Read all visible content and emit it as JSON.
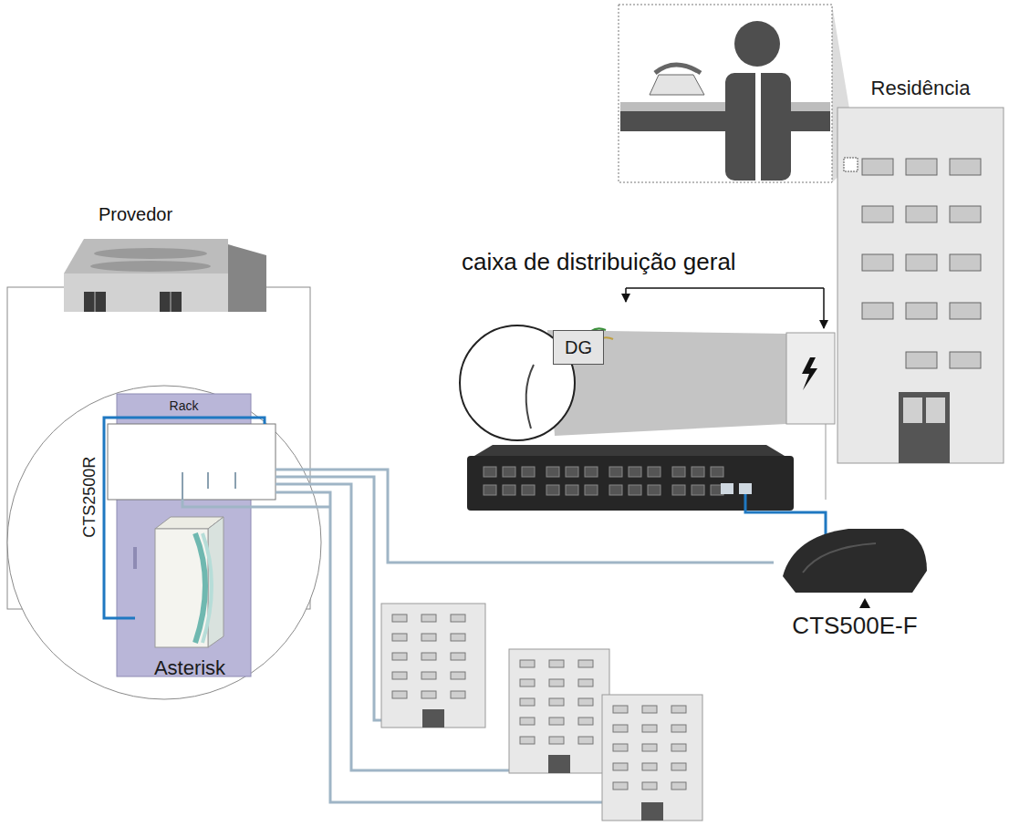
{
  "diagram": {
    "nodes": [
      {
        "text": [
          "Residência"
        ]
      },
      {
        "text": [
          "DG"
        ]
      },
      {
        "text": [
          "Rack"
        ]
      },
      {
        "text": [
          "CTS2500R"
        ],
        "in": 2
      },
      {
        "text": [
          "Asterisk"
        ],
        "in": 2
      },
      {
        "text": [
          "CTS500E-F"
        ]
      }
    ],
    "edges": [
      {
        "from": 3,
        "to": 4,
        "arrow": "none"
      },
      {
        "from": 3,
        "to": 5,
        "arrow": "none"
      }
    ],
    "labels": [
      "Provedor",
      "caixa de distribuição geral"
    ]
  }
}
